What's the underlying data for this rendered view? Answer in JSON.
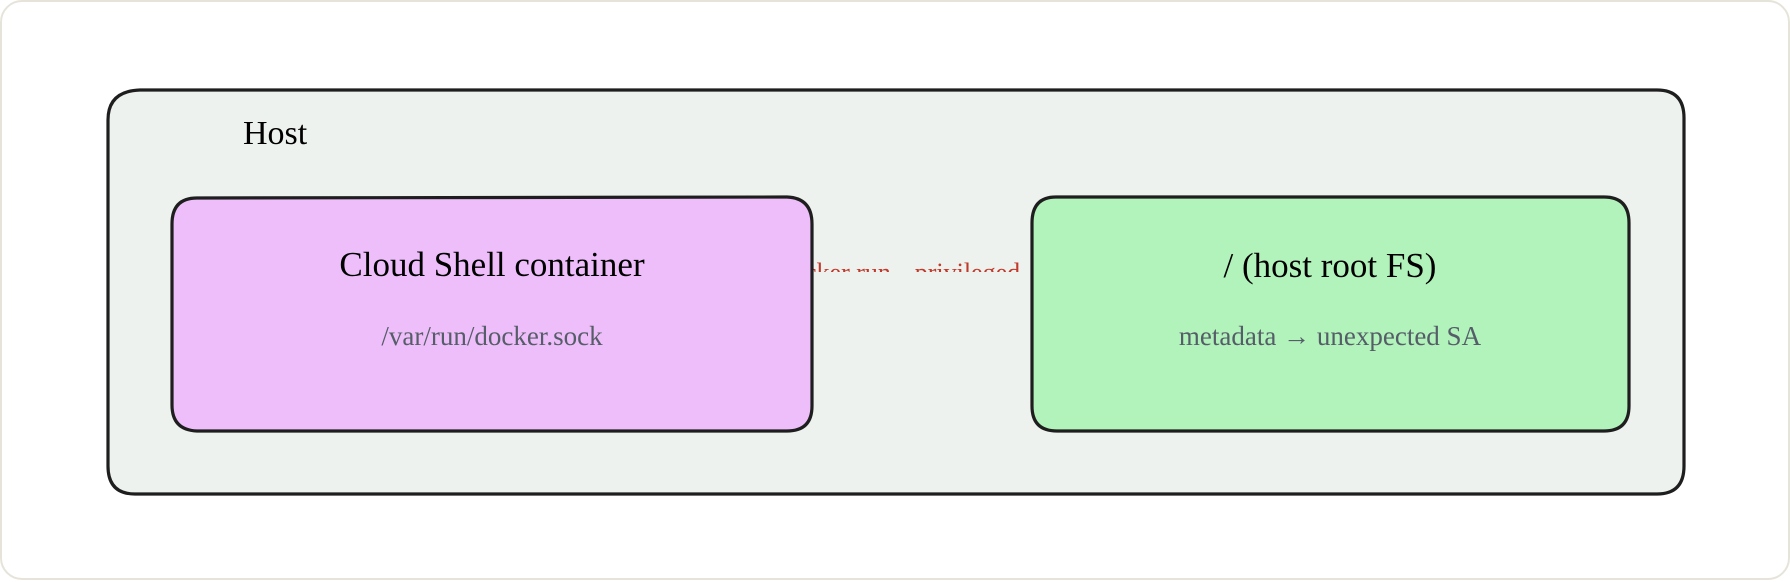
{
  "host": {
    "label": "Host"
  },
  "container": {
    "title": "Cloud Shell container",
    "subtitle": "/var/run/docker.sock"
  },
  "hostfs": {
    "title": "/ (host root FS)",
    "subtitle": "metadata → unexpected SA"
  },
  "edge": {
    "label": "docker run --privileged"
  },
  "colors": {
    "host_fill": "#edf2ee",
    "container_fill": "#eebefa",
    "hostfs_fill": "#b2f2bb",
    "stroke": "#1e1e1e",
    "edge_label": "#c0392b",
    "subtitle": "#555d68"
  }
}
